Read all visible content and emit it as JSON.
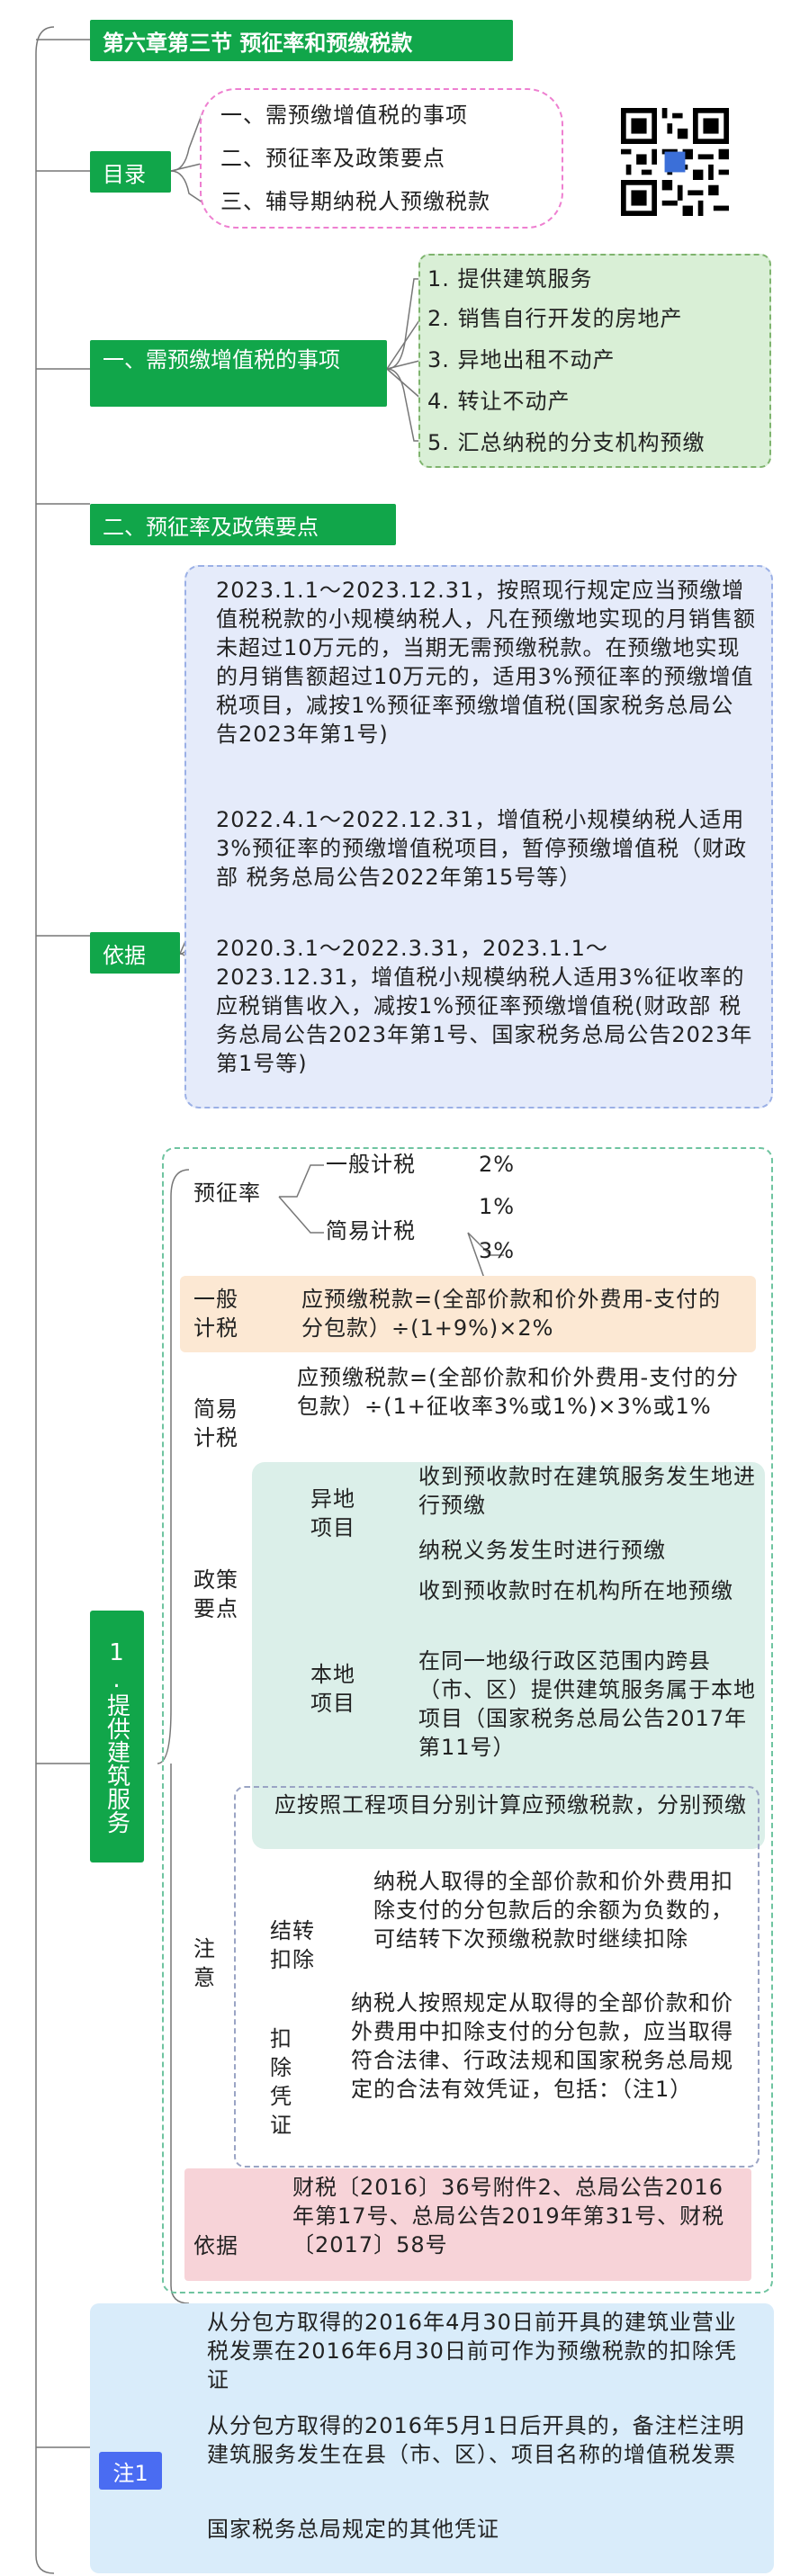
{
  "title": "第六章第三节  预征率和预缴税款",
  "toc": {
    "label": "目录",
    "items": [
      "一、需预缴增值税的事项",
      "二、预征率及政策要点",
      "三、辅导期纳税人预缴税款"
    ]
  },
  "section1": {
    "label": "一、需预缴增值税的事项",
    "items": [
      "1. 提供建筑服务",
      "2. 销售自行开发的房地产",
      "3. 异地出租不动产",
      "4. 转让不动产",
      "5. 汇总纳税的分支机构预缴"
    ]
  },
  "section2": {
    "label": "二、预征率及政策要点"
  },
  "basis": {
    "label": "依据",
    "items": [
      "2023.1.1～2023.12.31，按照现行规定应当预缴增值税税款的小规模纳税人，凡在预缴地实现的月销售额未超过10万元的，当期无需预缴税款。在预缴地实现的月销售额超过10万元的，适用3%预征率的预缴增值税项目，减按1%预征率预缴增值税(国家税务总局公告2023年第1号)",
      "2022.4.1～2022.12.31，增值税小规模纳税人适用3%预征率的预缴增值税项目，暂停预缴增值税（财政部 税务总局公告2022年第15号等）",
      "2020.3.1～2022.3.31，2023.1.1～2023.12.31，增值税小规模纳税人适用3%征收率的应税销售收入，减按1%预征率预缴增值税(财政部 税务总局公告2023年第1号、国家税务总局公告2023年第1号等)"
    ]
  },
  "construction": {
    "label": "1.提供建筑服务",
    "rate_label": "预征率",
    "general_label": "一般计税",
    "general_rate": "2%",
    "simple_label": "简易计税",
    "simple_rates": [
      "1%",
      "3%"
    ],
    "general_tax_label": "一般计税",
    "general_formula": "应预缴税款=(全部价款和价外费用-支付的分包款）÷(1+9%)×2%",
    "simple_tax_label": "简易计税",
    "simple_formula": "应预缴税款=(全部价款和价外费用-支付的分包款）÷(1+征收率3%或1%)×3%或1%",
    "policy_label": "政策要点",
    "remote_label": "异地项目",
    "remote_items": [
      "收到预收款时在建筑服务发生地进行预缴",
      "纳税义务发生时进行预缴"
    ],
    "local_label": "本地项目",
    "local_items": [
      "收到预收款时在机构所在地预缴",
      "在同一地级行政区范围内跨县（市、区）提供建筑服务属于本地项目（国家税务总局公告2017年第11号）"
    ],
    "note_label": "注意",
    "note_first": "应按照工程项目分别计算应预缴税款，分别预缴",
    "carry_label": "结转扣除",
    "carry_text": "纳税人取得的全部价款和价外费用扣除支付的分包款后的余额为负数的，可结转下次预缴税款时继续扣除",
    "voucher_label": "扣除凭证",
    "voucher_text": "纳税人按照规定从取得的全部价款和价外费用中扣除支付的分包款，应当取得符合法律、行政法规和国家税务总局规定的合法有效凭证，包括：（注1）",
    "basis_label": "依据",
    "basis_text": "财税〔2016〕36号附件2、总局公告2016年第17号、总局公告2019年第31号、财税〔2017〕58号"
  },
  "note1": {
    "label": "注1",
    "items": [
      "从分包方取得的2016年4月30日前开具的建筑业营业税发票在2016年6月30日前可作为预缴税款的扣除凭证",
      "从分包方取得的2016年5月1日后开具的，备注栏注明建筑服务发生在县（市、区）、项目名称的增值税发票",
      "国家税务总局规定的其他凭证"
    ]
  },
  "colors": {
    "green": "#11a64a",
    "blue_panel": "#e5ebfa",
    "green_panel": "#d9efd6",
    "orange_panel": "#fce8d3",
    "pink_panel": "#f7d3d8",
    "teal_panel": "#dbefe9",
    "note_panel": "#d9ecfa",
    "note_label_bg": "#4a6cf2"
  }
}
